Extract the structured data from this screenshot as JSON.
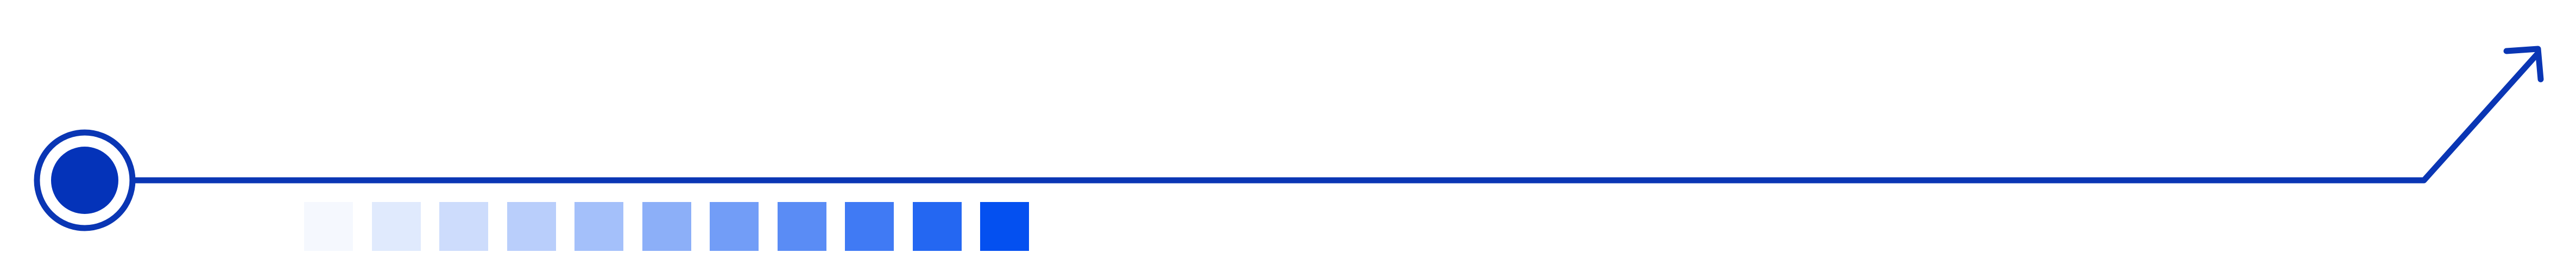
{
  "colors": {
    "line": "#0a36b4",
    "dot_fill": "#0433b9",
    "ring_stroke": "#0a36b4",
    "square_target": "#0450f0"
  },
  "gradient_squares": {
    "count": 11,
    "opacity_levels": [
      0.04,
      0.12,
      0.2,
      0.28,
      0.36,
      0.46,
      0.56,
      0.66,
      0.76,
      0.87,
      1.0
    ]
  },
  "icons": {
    "start": "target-dot-icon",
    "end": "arrow-up-right-icon"
  }
}
